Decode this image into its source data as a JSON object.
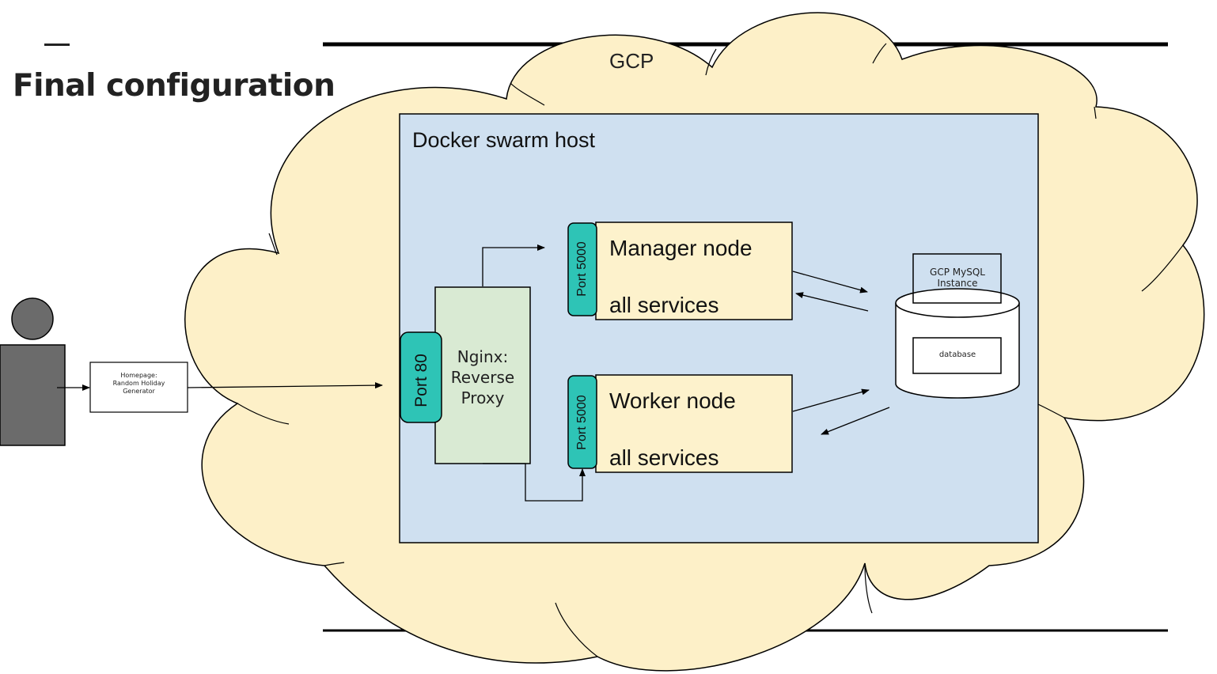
{
  "title": "Final configuration",
  "cloud_label": "GCP",
  "swarm_host_label": "Docker swarm host",
  "user_label": "",
  "homepage": {
    "line1": "Homepage:",
    "line2": "Random Holiday",
    "line3": "Generator"
  },
  "nginx": {
    "line1": "Nginx:",
    "line2": "Reverse",
    "line3": "Proxy"
  },
  "port80": "Port 80",
  "manager": {
    "title": "Manager node",
    "services": "all services",
    "port": "Port 5000"
  },
  "worker": {
    "title": "Worker node",
    "services": "all services",
    "port": "Port 5000"
  },
  "gcp_mysql": {
    "line1": "GCP MySQL",
    "line2": "Instance"
  },
  "database": "database",
  "colors": {
    "cloud_fill": "#fdf0c8",
    "swarm_fill": "#cfe0f0",
    "nginx_fill": "#d9ead3",
    "node_fill": "#fdf2cc",
    "port_fill": "#2ec4b6",
    "user_fill": "#6b6b6b"
  }
}
